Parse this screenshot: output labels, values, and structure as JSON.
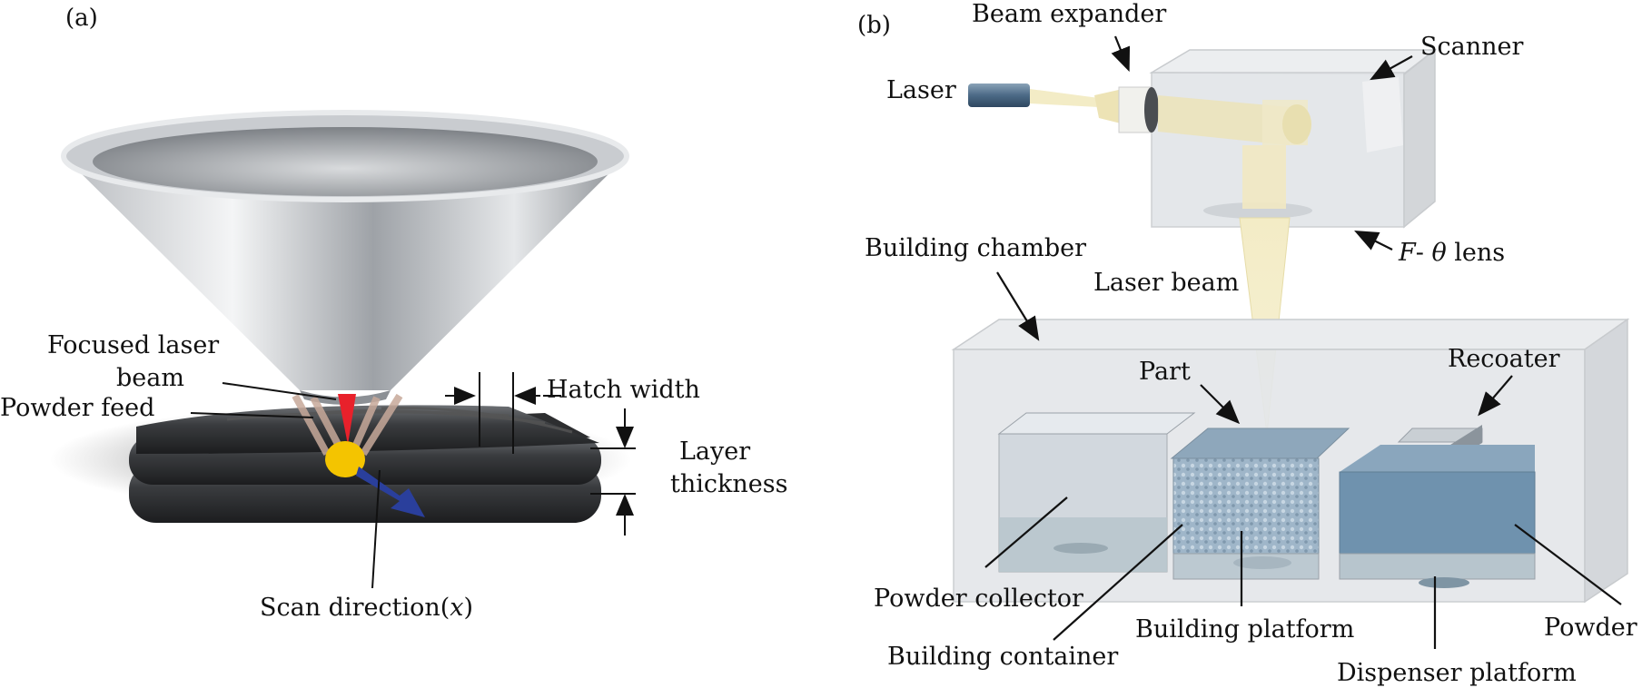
{
  "panel_a": {
    "label": "(a)",
    "focused_laser_beam_1": "Focused laser",
    "focused_laser_beam_2": "beam",
    "powder_feed": "Powder feed",
    "hatch_width": "Hatch width",
    "layer_thickness_1": "Layer",
    "layer_thickness_2": "thickness",
    "scan_direction": "Scan direction(",
    "scan_direction_var": "x",
    "scan_direction_end": ")"
  },
  "panel_b": {
    "label": "(b)",
    "beam_expander": "Beam expander",
    "scanner": "Scanner",
    "laser": "Laser",
    "f_theta_lens_f": "F",
    "f_theta_lens_dash": "- ",
    "f_theta_lens_theta": "θ",
    "f_theta_lens_rest": " lens",
    "building_chamber": "Building chamber",
    "laser_beam": "Laser beam",
    "part": "Part",
    "recoater": "Recoater",
    "powder_collector": "Powder collector",
    "building_container": "Building container",
    "building_platform": "Building platform",
    "powder": "Powder",
    "dispenser_platform": "Dispenser platform"
  }
}
